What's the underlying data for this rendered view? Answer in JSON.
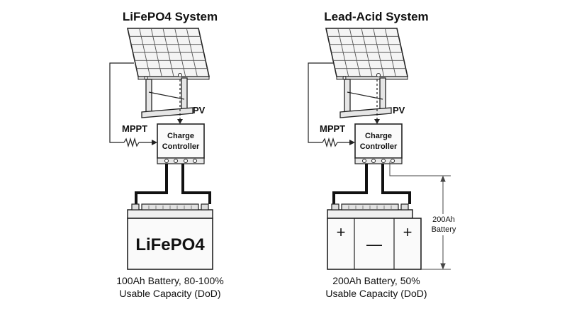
{
  "left": {
    "title": "LiFePO4 System",
    "pv_label": "PV",
    "mppt_label": "MPPT",
    "controller_line1": "Charge",
    "controller_line2": "Controller",
    "battery_label": "LiFePO4",
    "caption_line1": "100Ah Battery, 80-100%",
    "caption_line2": "Usable Capacity (DoD)"
  },
  "right": {
    "title": "Lead-Acid System",
    "pv_label": "PV",
    "mppt_label": "MPPT",
    "controller_line1": "Charge",
    "controller_line2": "Controller",
    "battery_plus_left": "+",
    "battery_minus": "—",
    "battery_plus_right": "+",
    "dimension_line1": "200Ah",
    "dimension_line2": "Battery",
    "caption_line1": "200Ah Battery, 50%",
    "caption_line2": "Usable Capacity (DoD)"
  }
}
